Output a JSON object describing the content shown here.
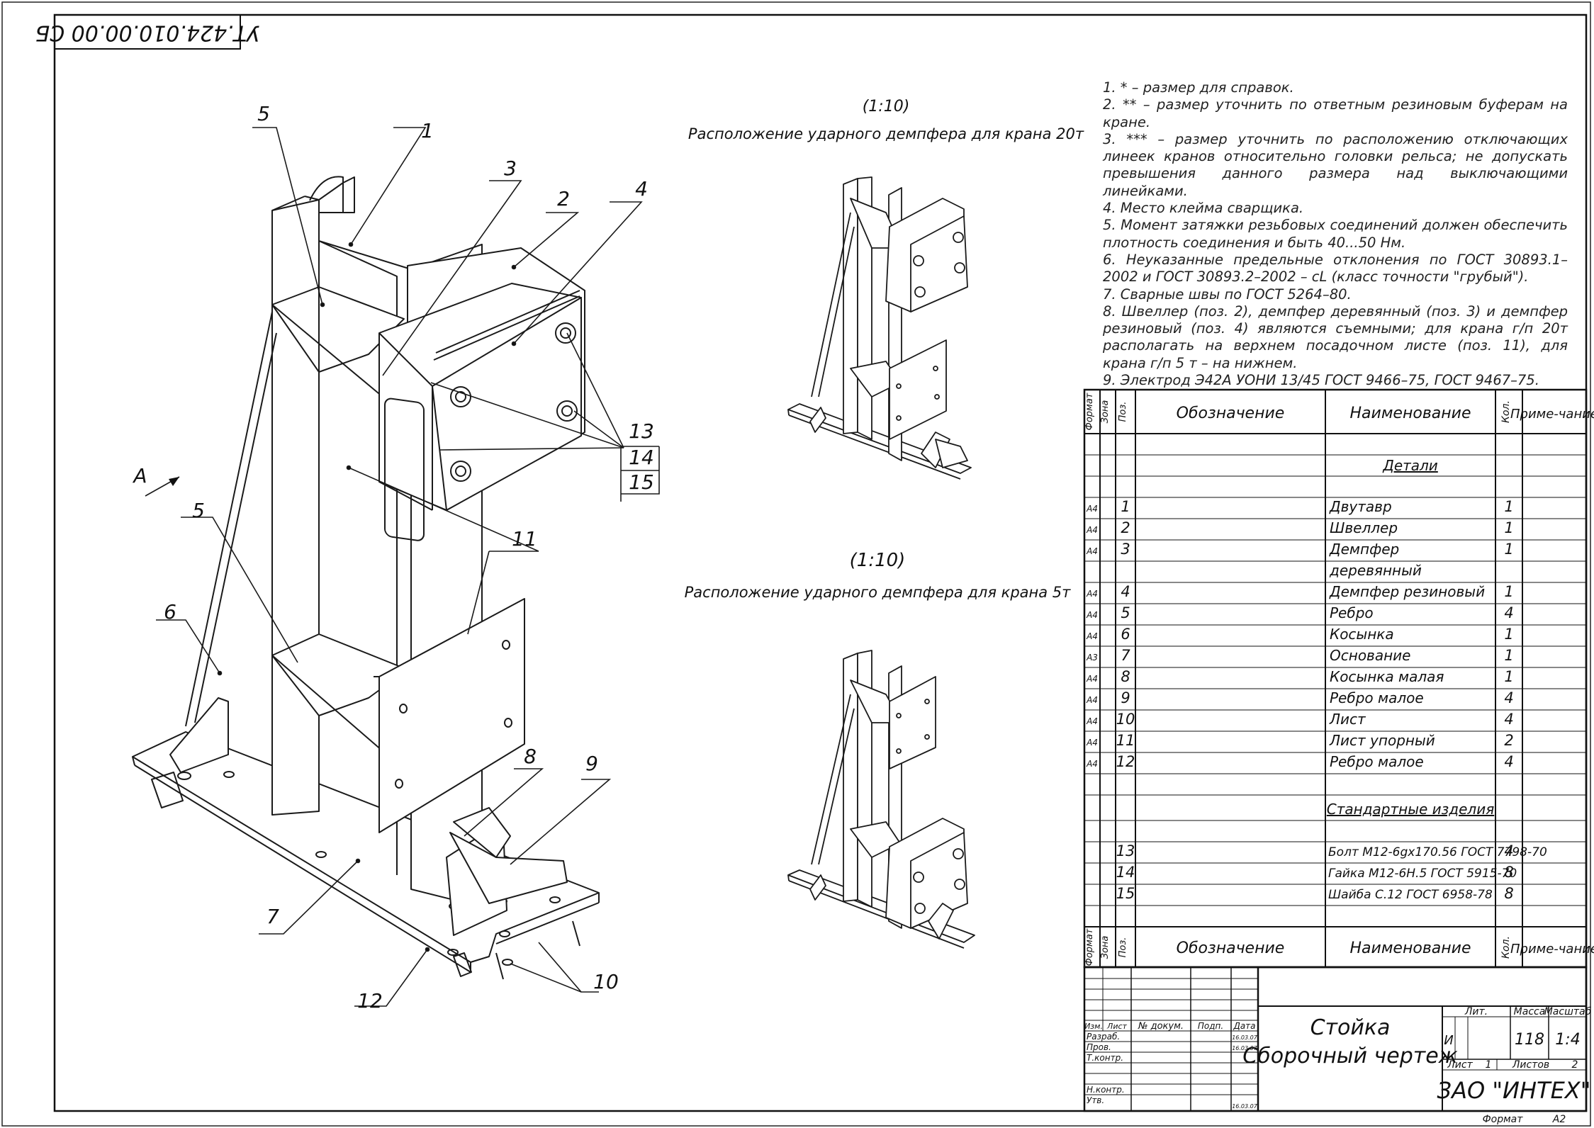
{
  "stamp_code": "УТ.424.010.00.00 СБ",
  "views": [
    {
      "scale": "(1:10)",
      "caption": "Расположение ударного демпфера для крана 20т"
    },
    {
      "scale": "(1:10)",
      "caption": "Расположение ударного демпфера для крана 5т"
    }
  ],
  "view_arrow": "А",
  "callouts": [
    "1",
    "2",
    "3",
    "4",
    "5",
    "5",
    "6",
    "7",
    "8",
    "9",
    "10",
    "11",
    "12",
    "13",
    "14",
    "15"
  ],
  "notes": [
    "1. * – размер для справок.",
    "2. ** – размер уточнить по ответным резиновым буферам на кране.",
    "3. *** – размер уточнить по расположению отключающих линеек кранов относительно головки рельса; не допускать превышения данного размера над выключающими линейками.",
    "4. Место клейма сварщика.",
    "5. Момент затяжки резьбовых соединений должен обеспечить плотность соединения и быть 40...50 Нм.",
    "6. Неуказанные предельные отклонения по ГОСТ 30893.1–2002 и ГОСТ 30893.2–2002 – cL (класс точности \"грубый\").",
    "7. Сварные швы по ГОСТ 5264–80.",
    "8. Швеллер (поз. 2), демпфер деревянный (поз. 3) и демпфер резиновый (поз. 4) являются съемными; для крана г/п 20т располагать на верхнем посадочном листе (поз. 11), для крана г/п 5 т – на нижнем.",
    "9. Электрод Э42А УОНИ 13/45 ГОСТ 9466–75, ГОСТ 9467–75."
  ],
  "spec_table": {
    "headers": {
      "format": "Формат",
      "zone": "Зона",
      "pos": "Поз.",
      "designation": "Обозначение",
      "name": "Наименование",
      "qty": "Кол.",
      "note": "Приме-чание"
    },
    "section_details": "Детали",
    "section_standard": "Стандартные изделия",
    "details": [
      {
        "format": "А4",
        "pos": "1",
        "name": "Двутавр",
        "qty": "1"
      },
      {
        "format": "А4",
        "pos": "2",
        "name": "Швеллер",
        "qty": "1"
      },
      {
        "format": "А4",
        "pos": "3",
        "name": "Демпфер",
        "name2": "деревянный",
        "qty": "1"
      },
      {
        "format": "А4",
        "pos": "4",
        "name": "Демпфер резиновый",
        "qty": "1"
      },
      {
        "format": "А4",
        "pos": "5",
        "name": "Ребро",
        "qty": "4"
      },
      {
        "format": "А4",
        "pos": "6",
        "name": "Косынка",
        "qty": "1"
      },
      {
        "format": "А3",
        "pos": "7",
        "name": "Основание",
        "qty": "1"
      },
      {
        "format": "А4",
        "pos": "8",
        "name": "Косынка малая",
        "qty": "1"
      },
      {
        "format": "А4",
        "pos": "9",
        "name": "Ребро малое",
        "qty": "4"
      },
      {
        "format": "А4",
        "pos": "10",
        "name": "Лист",
        "qty": "4"
      },
      {
        "format": "А4",
        "pos": "11",
        "name": "Лист упорный",
        "qty": "2"
      },
      {
        "format": "А4",
        "pos": "12",
        "name": "Ребро малое",
        "qty": "4"
      }
    ],
    "standard": [
      {
        "pos": "13",
        "name": "Болт М12-6gx170.56 ГОСТ 7798-70",
        "qty": "4"
      },
      {
        "pos": "14",
        "name": "Гайка М12-6Н.5 ГОСТ 5915-70",
        "qty": "8"
      },
      {
        "pos": "15",
        "name": "Шайба С.12 ГОСТ 6958-78",
        "qty": "8"
      }
    ]
  },
  "title_block": {
    "title_line1": "Стойка",
    "title_line2": "Сборочный чертеж",
    "col_headers": [
      "Изм.",
      "Лист",
      "№ докум.",
      "Подп.",
      "Дата"
    ],
    "roles": [
      "Разраб.",
      "Пров.",
      "Т.контр.",
      "",
      "Н.контр.",
      "Утв."
    ],
    "dates": [
      "16.03.07",
      "16.03.07",
      "16.03.07"
    ],
    "lit_label": "Лит.",
    "lit_value": "И",
    "mass_label": "Масса",
    "mass_value": "118",
    "scale_label": "Масштаб",
    "scale_value": "1:4",
    "sheet_label": "Лист",
    "sheet_value": "1",
    "sheets_label": "Листов",
    "sheets_value": "2",
    "company": "ЗАО \"ИНТЕХ\"",
    "format_label": "Формат",
    "format_value": "А2"
  }
}
